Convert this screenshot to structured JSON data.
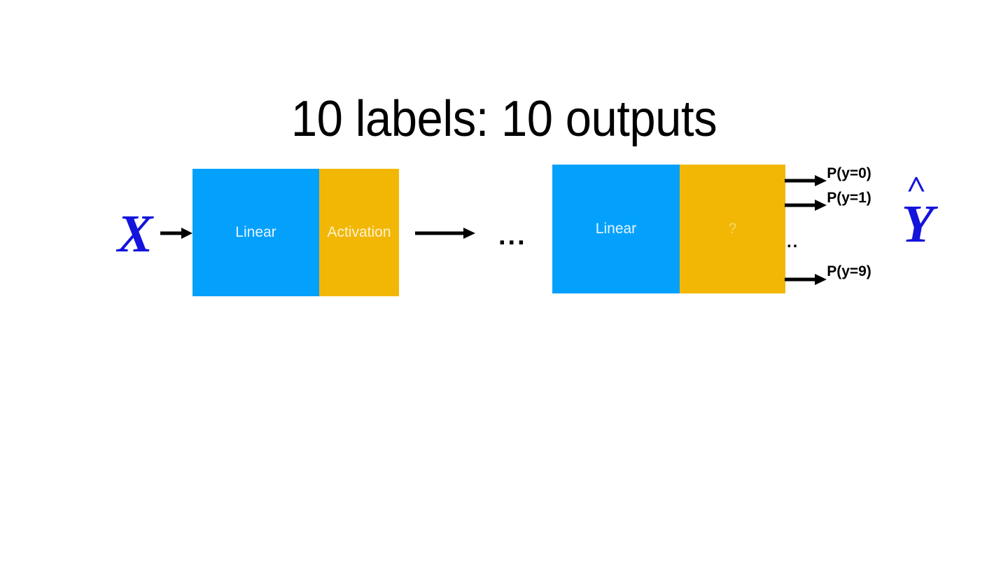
{
  "slide": {
    "title": "10 labels: 10 outputs",
    "background_color": "#ffffff"
  },
  "colors": {
    "linear_block": "#03a1fc",
    "activation_block": "#f2b705",
    "symbol_blue": "#1414dc",
    "arrow_black": "#000000",
    "linear_text": "#e8f6ff",
    "activation_text": "#fdf2d0",
    "question_text": "#f7d76a"
  },
  "input": {
    "symbol": "X",
    "icon": "input-x-symbol"
  },
  "output": {
    "symbol": "Y",
    "hat": "^",
    "icon": "output-yhat-symbol"
  },
  "blocks": [
    {
      "id": "block-1",
      "cells": [
        {
          "label": "Linear",
          "kind": "linear"
        },
        {
          "label": "Activation",
          "kind": "activation"
        }
      ]
    },
    {
      "id": "block-2",
      "cells": [
        {
          "label": "Linear",
          "kind": "linear"
        },
        {
          "label": "?",
          "kind": "question"
        }
      ]
    }
  ],
  "arrows": {
    "input_arrow": "arrow-right-icon",
    "middle_arrow": "arrow-right-icon",
    "output_arrow_0": "arrow-right-icon",
    "output_arrow_1": "arrow-right-icon",
    "output_arrow_9": "arrow-right-icon"
  },
  "ellipses": {
    "middle": "...",
    "right": ".."
  },
  "outputs": [
    {
      "label": "P(y=0)",
      "index": 0
    },
    {
      "label": "P(y=1)",
      "index": 1
    },
    {
      "label": "P(y=9)",
      "index": 9
    }
  ]
}
